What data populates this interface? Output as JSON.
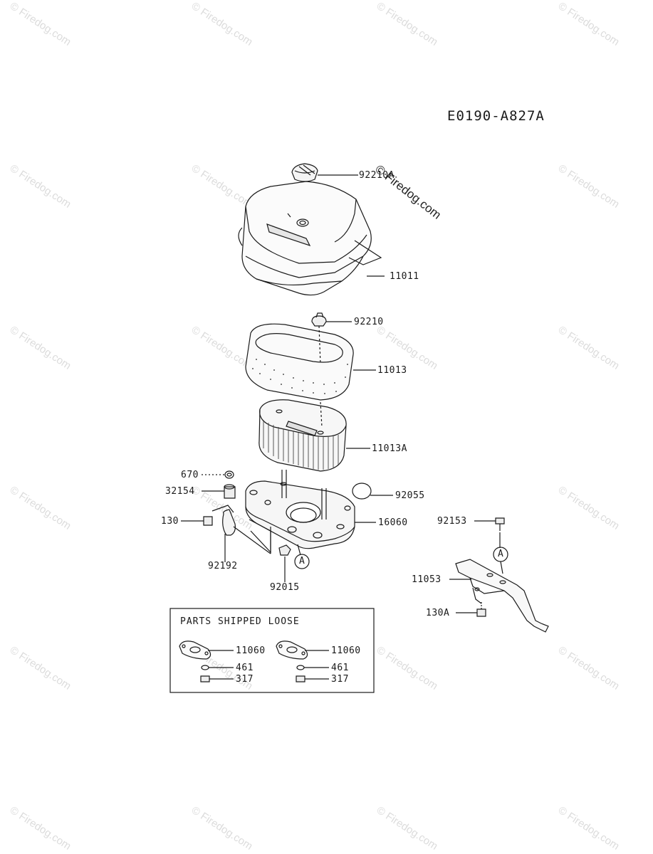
{
  "diagram_code": "E0190-A827A",
  "watermark": "© Firedog.com",
  "loose_box_title": "PARTS SHIPPED LOOSE",
  "labels": {
    "p92210A": "92210A",
    "p11011": "11011",
    "p92210": "92210",
    "p11013": "11013",
    "p11013A": "11013A",
    "p670": "670",
    "p32154": "32154",
    "p130": "130",
    "p92055": "92055",
    "p16060": "16060",
    "p92192": "92192",
    "p92015": "92015",
    "pA1": "A",
    "p92153": "92153",
    "pA2": "A",
    "p11053": "11053",
    "p130A": "130A",
    "loose_left_11060": "11060",
    "loose_left_461": "461",
    "loose_left_317": "317",
    "loose_right_11060": "11060",
    "loose_right_461": "461",
    "loose_right_317": "317"
  }
}
